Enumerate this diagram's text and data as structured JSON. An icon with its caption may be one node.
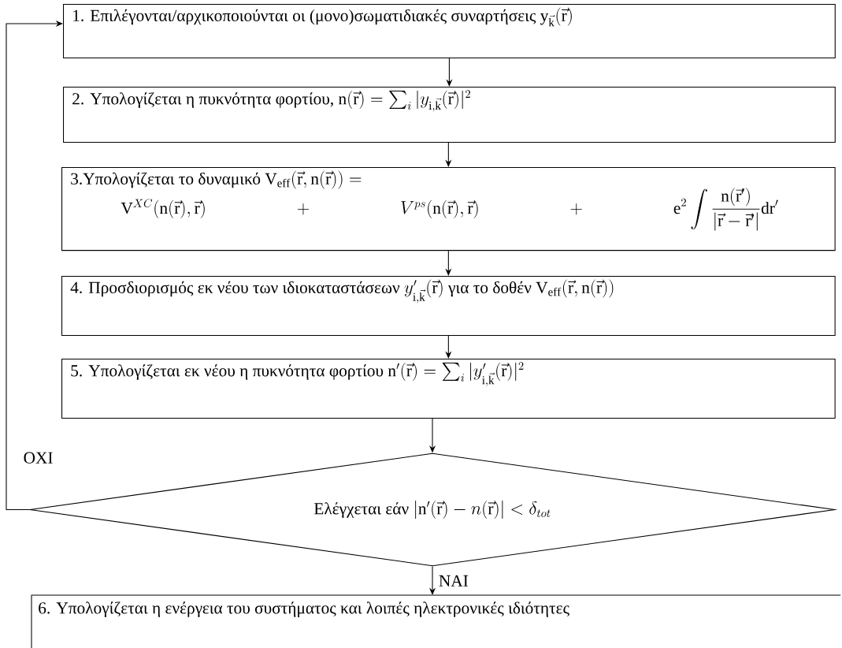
{
  "diagram": {
    "nodes": [
      {
        "text": [
          "1. Επιλέγονται/αρχικοποιούνται οι (μονο)σωματιδιακές συναρτήσεις",
          "\\mathrm{y}_{\\vec{\\mathrm{k}}}(\\vec{\\mathrm{r}})"
        ]
      },
      {
        "text": [
          "2. Υπολογίζεται η πυκνότητα φορτίου,",
          "\\mathrm{n}(\\vec{\\mathrm{r}})=\\sum_i|y_{\\mathrm{i},\\vec{\\mathrm{k}}}(\\vec{\\mathrm{r}})|^2"
        ]
      },
      {
        "text": [
          "3.Υπολογίζεται το δυναμικό",
          "\\mathrm{V_{eff}}(\\vec{\\mathrm{r}},\\mathrm{n}(\\vec{\\mathrm{r}}))=",
          "\\mathrm{V}^{XC}(\\mathrm{n}(\\vec{\\mathrm{r}}),\\vec{\\mathrm{r}})",
          "+",
          "V^{ps}(\\mathrm{n}(\\vec{\\mathrm{r}}),\\vec{\\mathrm{r}})",
          "+",
          "\\mathrm{e}^2\\int\\frac{\\mathrm{n}(\\vec{\\mathrm{r}}')}{|\\vec{\\mathrm{r}}-\\vec{\\mathrm{r}}'|}\\mathrm{dr}'"
        ]
      },
      {
        "text": [
          "4. Προσδιορισμός εκ νέου των ιδιοκαταστάσεων",
          "y'_{\\mathrm{i},\\vec{\\mathrm{k}}}(\\vec{\\mathrm{r}})",
          "για το δοθέν",
          "\\mathrm{V_{eff}}(\\vec{\\mathrm{r}},\\mathrm{n}(\\vec{\\mathrm{r}}))"
        ]
      },
      {
        "text": [
          "5. Υπολογίζεται εκ νέου η πυκνότητα φορτίου",
          "\\mathrm{n}'(\\vec{\\mathrm{r}})=\\sum_i|y'_{\\mathrm{i},\\vec{\\mathrm{k}}}(\\vec{\\mathrm{r}})|^2"
        ]
      },
      {
        "text": [
          "Ελέγχεται εάν",
          "|\\mathrm{n}'(\\vec{\\mathrm{r}})-n(\\vec{\\mathrm{r}})|<\\delta_{tot}"
        ]
      },
      {
        "text": [
          "6. Υπολογίζεται η ενέργεια του συστήματος και λοιπές ηλεκτρονικές ιδιότητες"
        ]
      }
    ],
    "edges": [
      {
        "from": 0,
        "to": 1,
        "arrow": "to"
      },
      {
        "from": 1,
        "to": 2,
        "arrow": "to"
      },
      {
        "from": 2,
        "to": 3,
        "arrow": "to"
      },
      {
        "from": 3,
        "to": 4,
        "arrow": "to"
      },
      {
        "from": 4,
        "to": 5,
        "arrow": "to"
      },
      {
        "from": 5,
        "to": 0,
        "arrow": "to",
        "label": "ΟΧΙ"
      },
      {
        "from": 5,
        "to": 6,
        "arrow": "to",
        "label": "ΝΑΙ"
      }
    ]
  }
}
